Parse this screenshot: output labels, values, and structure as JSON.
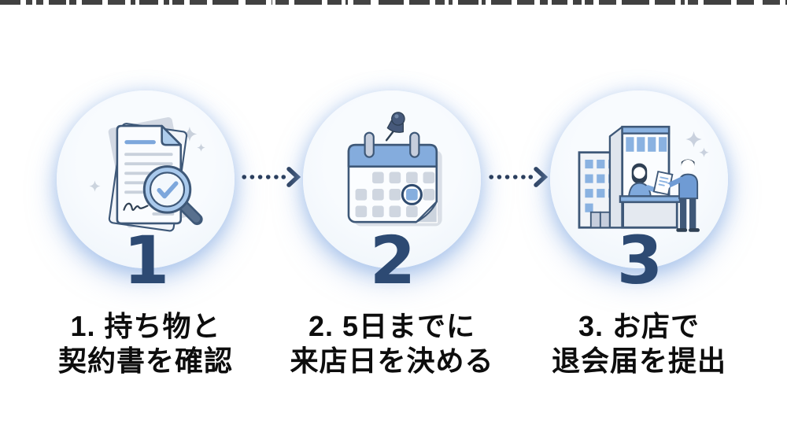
{
  "diagram": {
    "type": "process-flow",
    "steps": [
      {
        "number": "1",
        "icon": "document-check-icon",
        "caption_line1": "1. 持ち物と",
        "caption_line2": "契約書を確認"
      },
      {
        "number": "2",
        "icon": "calendar-pin-icon",
        "caption_line1": "2. 5日までに",
        "caption_line2": "来店日を決める"
      },
      {
        "number": "3",
        "icon": "store-counter-icon",
        "caption_line1": "3. お店で",
        "caption_line2": "退会届を提出"
      }
    ],
    "connectors": [
      {
        "type": "dotted-arrow"
      },
      {
        "type": "dotted-arrow"
      }
    ],
    "colors": {
      "background": "#ffffff",
      "circle_fill": "#f4f8fc",
      "glow_blue": "#cfe0f5",
      "outline_navy": "#3e5878",
      "accent_blue": "#84acdd",
      "number_navy": "#2d4a73",
      "arrow_navy": "#2b3f5e",
      "caption_black": "#0d0d0d"
    }
  }
}
